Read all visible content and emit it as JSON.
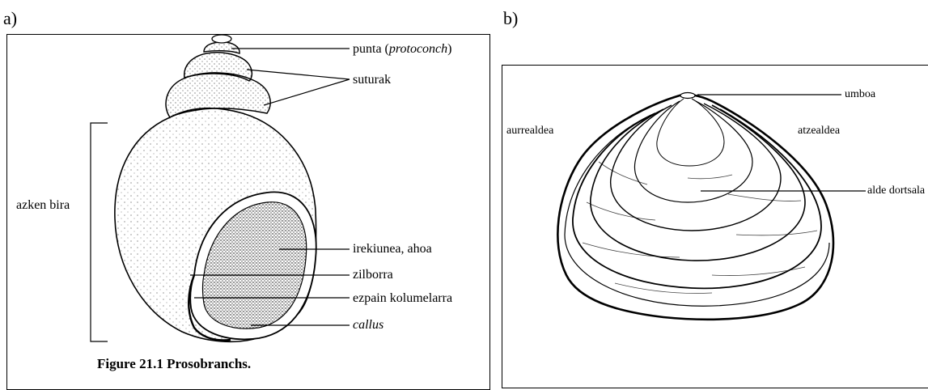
{
  "panel_a": {
    "letter": "a)",
    "labels": {
      "punta": "punta (",
      "punta_italic": "protoconch",
      "punta_close": ")",
      "suturak": "suturak",
      "azken_bira": "azken bira",
      "irekiunea": "irekiunea, ahoa",
      "zilborra": "zilborra",
      "ezpain": "ezpain kolumelarra",
      "callus": "callus"
    },
    "caption": "Figure 21.1 Prosobranchs."
  },
  "panel_b": {
    "letter": "b)",
    "labels": {
      "umboa": "umboa",
      "aurrealdea": "aurrealdea",
      "atzealdea": "atzealdea",
      "alde_dortsala": "alde dortsala"
    }
  }
}
